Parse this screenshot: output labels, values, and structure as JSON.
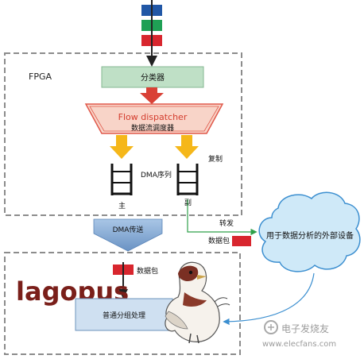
{
  "fpga_label": "FPGA",
  "classifier_label": "分类器",
  "dispatcher_title": "Flow dispatcher",
  "dispatcher_subtitle": "数据流调度器",
  "dma_queue_label": "DMA序列",
  "copy_label": "复制",
  "main_label": "主",
  "sub_label": "副",
  "forward_label": "转发",
  "packet_label_right": "数据包",
  "dma_transfer_label": "DMA传送",
  "packet_label_bottom": "数据包",
  "external_device_label": "用于数据分析的外部设备",
  "lagopus_logo": "lagopus",
  "normal_processing_label": "普通分组处理",
  "watermark_text": "电子发烧友",
  "watermark_url": "www.elecfans.com",
  "colors": {
    "dashed_border": "#8c8c8c",
    "classifier_fill": "#bfe0c6",
    "classifier_stroke": "#86b792",
    "dispatcher_fill": "#f8d4c8",
    "dispatcher_stroke": "#e0584a",
    "dispatcher_text": "#d43d2e",
    "red_arrow": "#d94136",
    "yellow_arrow": "#f5b71a",
    "blue_arrow": "#7fa5cf",
    "cloud_fill": "#cfe9f8",
    "cloud_stroke": "#3c8fd0",
    "processing_fill": "#cfe0f1",
    "processing_stroke": "#6e93bc",
    "packet_red": "#d8262e",
    "packet_green": "#1fa055",
    "packet_blue": "#2157a6",
    "green_connector": "#2fa04a",
    "logo_color": "#7a1f1a"
  }
}
